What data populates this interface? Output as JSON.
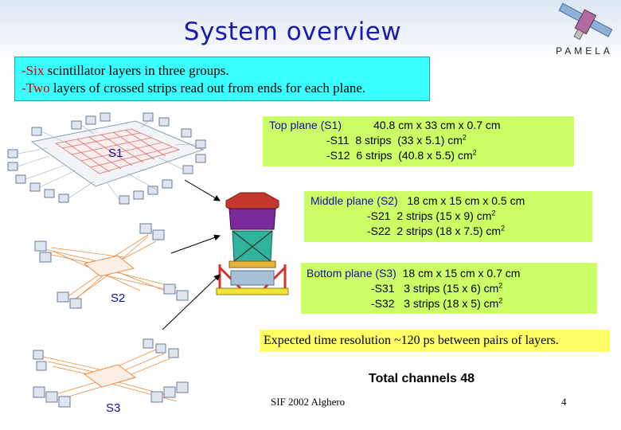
{
  "slide": {
    "title": "System overview",
    "logo_text": "PAMELA",
    "intro": {
      "line1_red": "-Six",
      "line1_rest": " scintillator layers in three groups.",
      "line2_red": "-Two",
      "line2_rest": " layers of crossed strips read out from ends for each plane."
    },
    "drawings": {
      "s1_label": "S1",
      "s2_label": "S2",
      "s3_label": "S3"
    },
    "top_plane": {
      "head": "Top plane (S1)",
      "dims": "40.8 cm x 33 cm x 0.7 cm",
      "s11_id": "-S11",
      "s11_text": "8 strips  (33 x 5.1) cm",
      "s11_exp": "2",
      "s12_id": "-S12",
      "s12_text": "6 strips  (40.8 x 5.5) cm",
      "s12_exp": "2"
    },
    "middle_plane": {
      "head": "Middle plane (S2)",
      "dims": "18 cm x 15 cm x 0.5 cm",
      "s21_id": "-S21",
      "s21_text": "2 strips (15 x 9) cm",
      "s21_exp": "2",
      "s22_id": "-S22",
      "s22_text": "2 strips (18 x 7.5) cm",
      "s22_exp": "2"
    },
    "bottom_plane": {
      "head": "Bottom plane (S3)",
      "dims": "18 cm x 15 cm x 0.7 cm",
      "s31_id": "-S31",
      "s31_text": "3 strips (15 x 6) cm",
      "s31_exp": "2",
      "s32_id": "-S32",
      "s32_text": "3 strips (18 x 5) cm",
      "s32_exp": "2"
    },
    "expected": "Expected time resolution ~120 ps between pairs of layers.",
    "total_channels": "Total channels 48",
    "footer": "SIF  2002 Alghero",
    "page_number": "4"
  }
}
